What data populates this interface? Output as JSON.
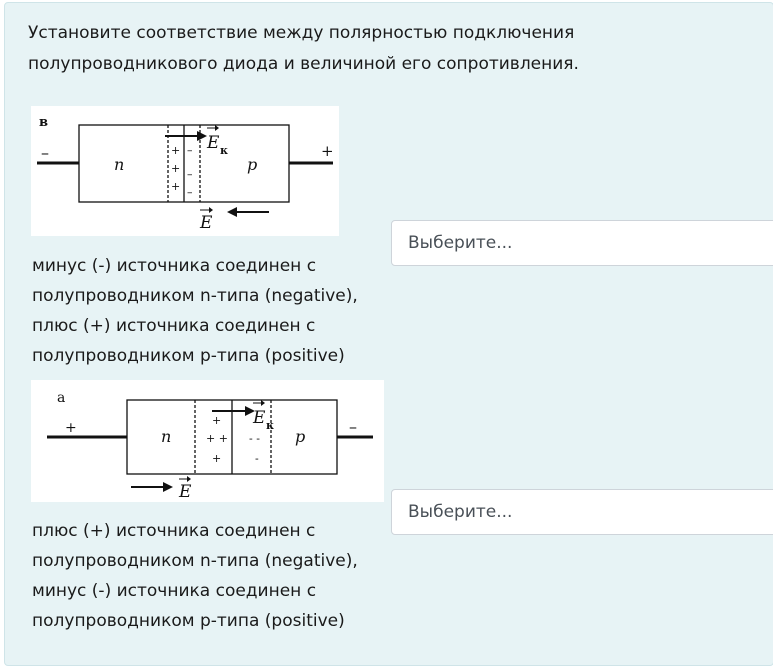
{
  "question": "Установите соответствие между полярностью подключения полупроводникового диода и величиной его сопротивления.",
  "diagram_b": {
    "letter": "в",
    "left_sign": "–",
    "right_sign": "+",
    "n_label": "n",
    "p_label": "p",
    "ek_label": "E",
    "ek_sub": "к",
    "e_label": "E",
    "plus_sign": "+",
    "minus_sign": "–"
  },
  "diagram_a": {
    "letter": "а",
    "left_sign": "+",
    "right_sign": "–",
    "n_label": "n",
    "p_label": "p",
    "ek_label": "E",
    "ek_sub": "к",
    "e_label": "E",
    "plus_sign": "+",
    "plus_pair": "+ +",
    "minus_sign": "-",
    "minus_pair": "- -"
  },
  "items": [
    {
      "text": " минус (-) источника соединен с полупроводником n-типа (negative), плюс (+) источника соединен с полупроводником p-типа (positive)",
      "select_value": "Выберите..."
    },
    {
      "text": " плюс (+) источника соединен с полупроводником n-типа (negative), минус (-) источника соединен с полупроводником p-типа (positive)",
      "select_value": "Выберите..."
    }
  ]
}
